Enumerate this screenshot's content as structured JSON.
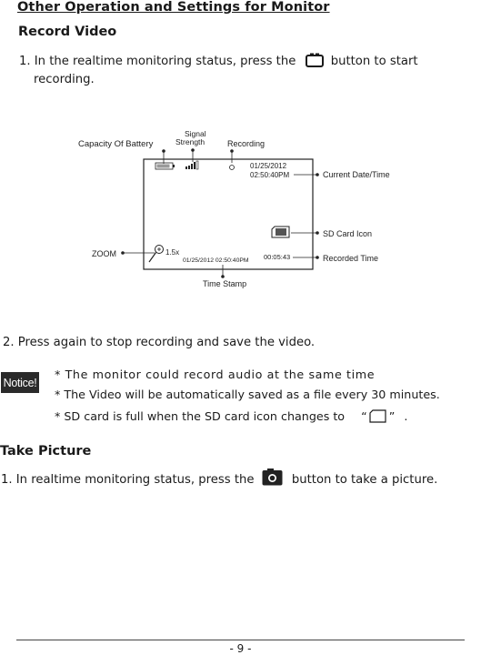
{
  "page": {
    "title": "Other Operation and Settings for Monitor",
    "page_number": "- 9 -"
  },
  "record_video": {
    "heading": "Record Video",
    "step1_before": "1. In the realtime monitoring status, press the",
    "step1_after": "button to start",
    "step1_line2": "recording.",
    "step2": "2. Press again to stop recording and save the video."
  },
  "diagram": {
    "labels": {
      "battery": "Capacity Of Battery",
      "signal_line1": "Signal",
      "signal_line2": "Strength",
      "recording": "Recording",
      "current_datetime": "Current Date/Time",
      "sd_card": "SD Card  Icon",
      "zoom": "ZOOM",
      "recorded_time": "Recorded  Time",
      "time_stamp": "Time Stamp"
    },
    "screen": {
      "date": "01/25/2012",
      "time": "02:50:40PM",
      "zoom_level": "1.5x",
      "stamp": "01/25/2012  02:50:40PM",
      "elapsed": "00:05:43"
    }
  },
  "notice": {
    "badge": "Notice!",
    "line1": "* The monitor could record audio at the same time",
    "line2": "* The Video will be automatically saved as a file every 30 minutes.",
    "line3_before": "* SD card is full when the SD card icon changes  to",
    "line3_open": "“",
    "line3_close": "”",
    "line3_end": "."
  },
  "take_picture": {
    "heading": "Take Picture",
    "step1_before": "1. In realtime monitoring status, press the",
    "step1_after": "button to take a picture."
  },
  "icons": {
    "record_button": "record-button-icon",
    "camera_button": "camera-button-icon",
    "empty_sd": "empty-sd-card-icon"
  }
}
